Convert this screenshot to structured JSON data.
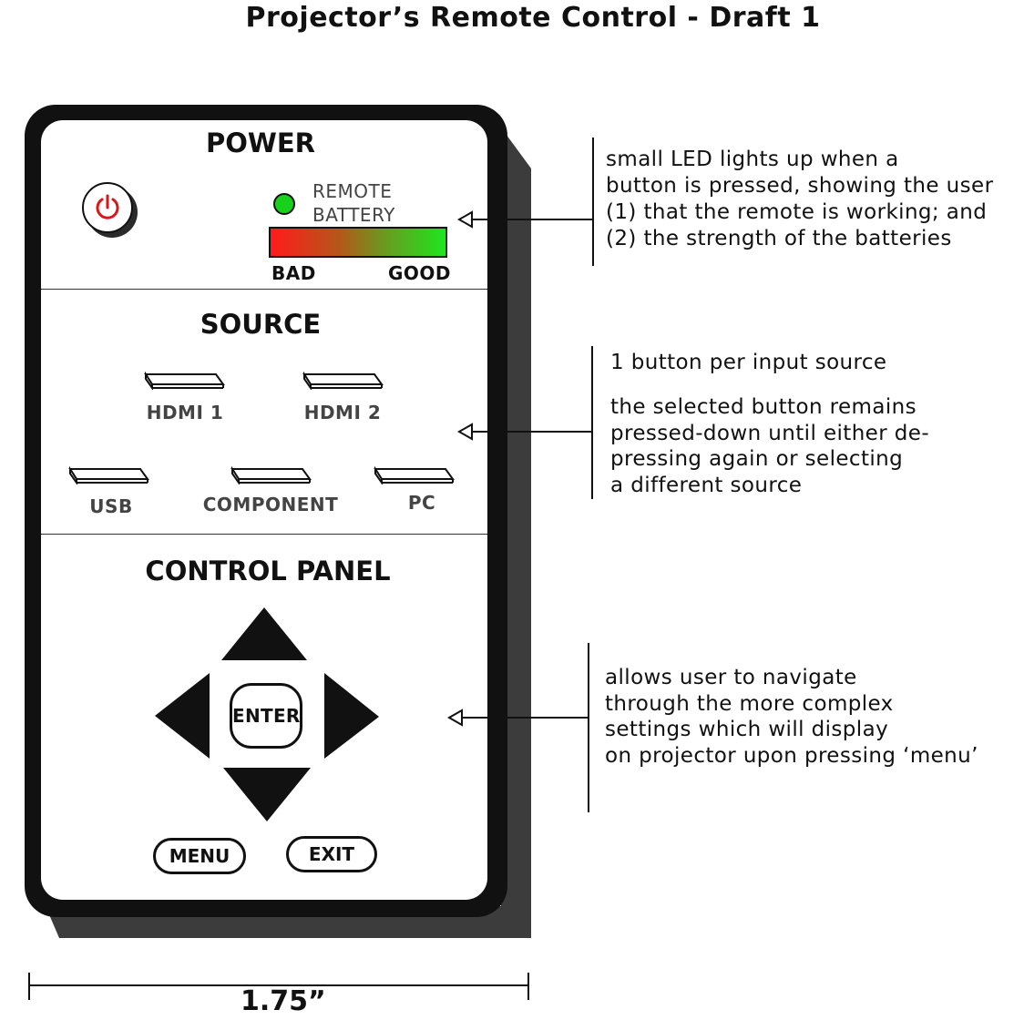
{
  "title": "Projector’s Remote Control - Draft 1",
  "remote": {
    "power": {
      "section_title": "POWER",
      "power_icon": "power-icon",
      "led_color": "#18d11a",
      "battery_label_line1": "REMOTE",
      "battery_label_line2": "BATTERY",
      "bar_colors": [
        "#ff1b1b",
        "#1ee61e"
      ],
      "bad_label": "BAD",
      "good_label": "GOOD"
    },
    "source": {
      "section_title": "SOURCE",
      "buttons": [
        {
          "label": "HDMI 1"
        },
        {
          "label": "HDMI 2"
        },
        {
          "label": "USB"
        },
        {
          "label": "COMPONENT"
        },
        {
          "label": "PC"
        }
      ]
    },
    "control_panel": {
      "section_title": "CONTROL PANEL",
      "enter_label": "ENTER",
      "menu_label": "MENU",
      "exit_label": "EXIT"
    }
  },
  "annotations": {
    "power_note": [
      "small LED lights up when a",
      "button is pressed, showing the user",
      "(1) that the remote is working; and",
      "(2) the strength of the batteries"
    ],
    "source_note_1": "1 button per input source",
    "source_note_2": [
      "the selected button remains",
      "pressed-down until either de-",
      "pressing again or selecting",
      "a different source"
    ],
    "control_note": [
      "allows user to navigate",
      "through the more complex",
      "settings which will display",
      "on projector upon pressing ‘menu’"
    ]
  },
  "dimension_label": "1.75”"
}
